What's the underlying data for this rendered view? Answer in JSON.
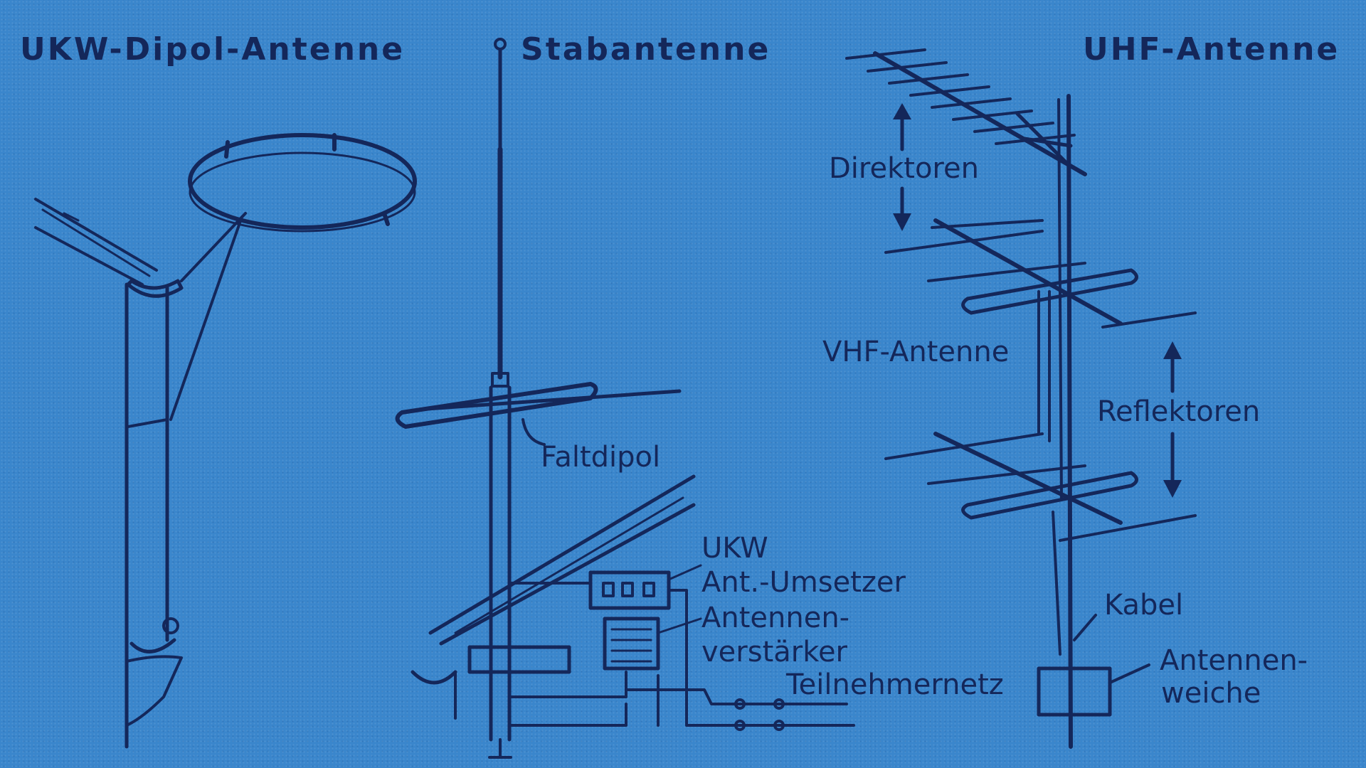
{
  "titles": {
    "ukw_dipol": "UKW-Dipol-Antenne",
    "stab": "Stabantenne",
    "uhf": "UHF-Antenne"
  },
  "labels": {
    "direktoren": "Direktoren",
    "vhf_antenne": "VHF-Antenne",
    "reflektoren": "Reflektoren",
    "faltdipol": "Faltdipol",
    "ukw": "UKW",
    "ant_umsetzer": "Ant.-Umsetzer",
    "antennen_1": "Antennen-",
    "verstaerker": "verstärker",
    "teilnehmernetz": "Teilnehmernetz",
    "kabel": "Kabel",
    "antennen_2": "Antennen-",
    "weiche": "weiche"
  },
  "colors": {
    "background": "#3a86cc",
    "ink": "#14275a"
  }
}
